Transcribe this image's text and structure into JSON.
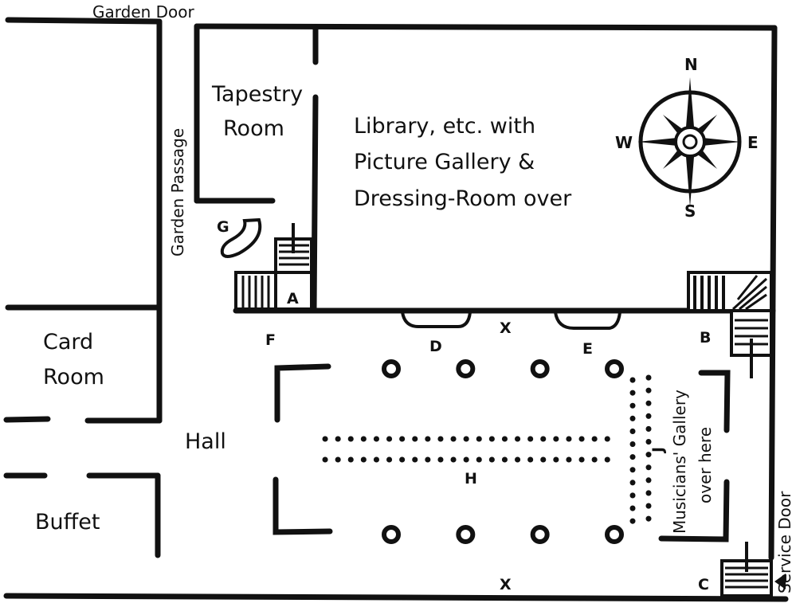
{
  "plan": {
    "labels": {
      "garden_door": "Garden Door",
      "garden_passage": "Garden Passage",
      "tapestry_room_line1": "Tapestry",
      "tapestry_room_line2": "Room",
      "library_line1": "Library, etc. with",
      "library_line2": "Picture Gallery &",
      "library_line3": "Dressing-Room over",
      "card_room_line1": "Card",
      "card_room_line2": "Room",
      "buffet": "Buffet",
      "hall": "Hall",
      "musicians_gallery_line1": "Musicians' Gallery",
      "musicians_gallery_line2": "over here",
      "service_door": "Service Door"
    },
    "compass": {
      "n": "N",
      "s": "S",
      "e": "E",
      "w": "W"
    },
    "keys": {
      "a": "A",
      "b": "B",
      "c": "C",
      "d": "D",
      "e": "E",
      "f": "F",
      "g": "G",
      "h": "H",
      "j": "J",
      "x_top": "X",
      "x_bottom": "X"
    },
    "columns_per_row": 4
  }
}
